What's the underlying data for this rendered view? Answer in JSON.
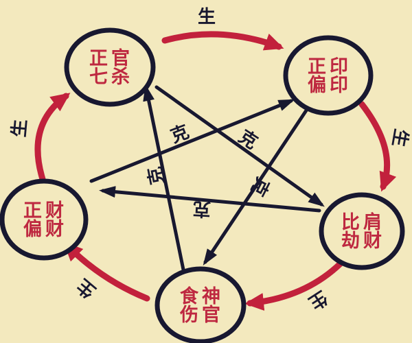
{
  "diagram": {
    "colors": {
      "background": "#F3E9BE",
      "node_stroke": "#181830",
      "node_text": "#BE2840",
      "generate": "#C2213C",
      "overcome": "#181830",
      "label_text": "#181830"
    },
    "nodes": [
      {
        "id": "zhengguan-qisha",
        "line1": "正官",
        "line2": "七杀"
      },
      {
        "id": "zhengyin-pianyin",
        "line1": "正印",
        "line2": "偏印"
      },
      {
        "id": "bijian-jiecai",
        "line1": "比肩",
        "line2": "劫财"
      },
      {
        "id": "shishen-shangguan",
        "line1": "食神",
        "line2": "伤官"
      },
      {
        "id": "zhengcai-piancai",
        "line1": "正财",
        "line2": "偏财"
      }
    ],
    "generate_arrows": [
      {
        "from": "zhengguan-qisha",
        "to": "zhengyin-pianyin",
        "label": "生"
      },
      {
        "from": "zhengyin-pianyin",
        "to": "bijian-jiecai",
        "label": "生"
      },
      {
        "from": "bijian-jiecai",
        "to": "shishen-shangguan",
        "label": "生"
      },
      {
        "from": "shishen-shangguan",
        "to": "zhengcai-piancai",
        "label": "生"
      },
      {
        "from": "zhengcai-piancai",
        "to": "zhengguan-qisha",
        "label": "生"
      }
    ],
    "overcome_arrows": [
      {
        "from": "zhengcai-piancai",
        "to": "zhengyin-pianyin",
        "label": "克"
      },
      {
        "from": "zhengguan-qisha",
        "to": "bijian-jiecai",
        "label": "克"
      },
      {
        "from": "shishen-shangguan",
        "to": "zhengguan-qisha",
        "label": "克"
      },
      {
        "from": "zhengyin-pianyin",
        "to": "shishen-shangguan",
        "label": "克"
      },
      {
        "from": "bijian-jiecai",
        "to": "zhengcai-piancai",
        "label": "克"
      }
    ]
  }
}
